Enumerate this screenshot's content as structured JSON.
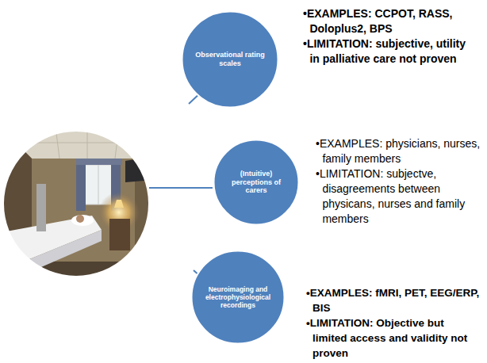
{
  "diagram": {
    "nodes": [
      {
        "text": [
          "Observational rating scales"
        ]
      },
      {
        "text": [
          "(Intuitive) perceptions of carers"
        ]
      },
      {
        "text": [
          "Neuroimaging and electrophysiological recordings"
        ]
      }
    ],
    "labels": [
      "•EXAMPLES: CCPOT, RASS, Doloplus2, BPS",
      "•LIMITATION: subjective, utility in palliative care not proven",
      "•EXAMPLES: physicians, nurses, family members",
      "•LIMITATION: subjectve, disagreements between physicans, nurses and family members",
      "•EXAMPLES: fMRI, PET, EEG/ERP, BIS",
      "•LIMITATION: Objective but limited access and validity not proven"
    ]
  }
}
